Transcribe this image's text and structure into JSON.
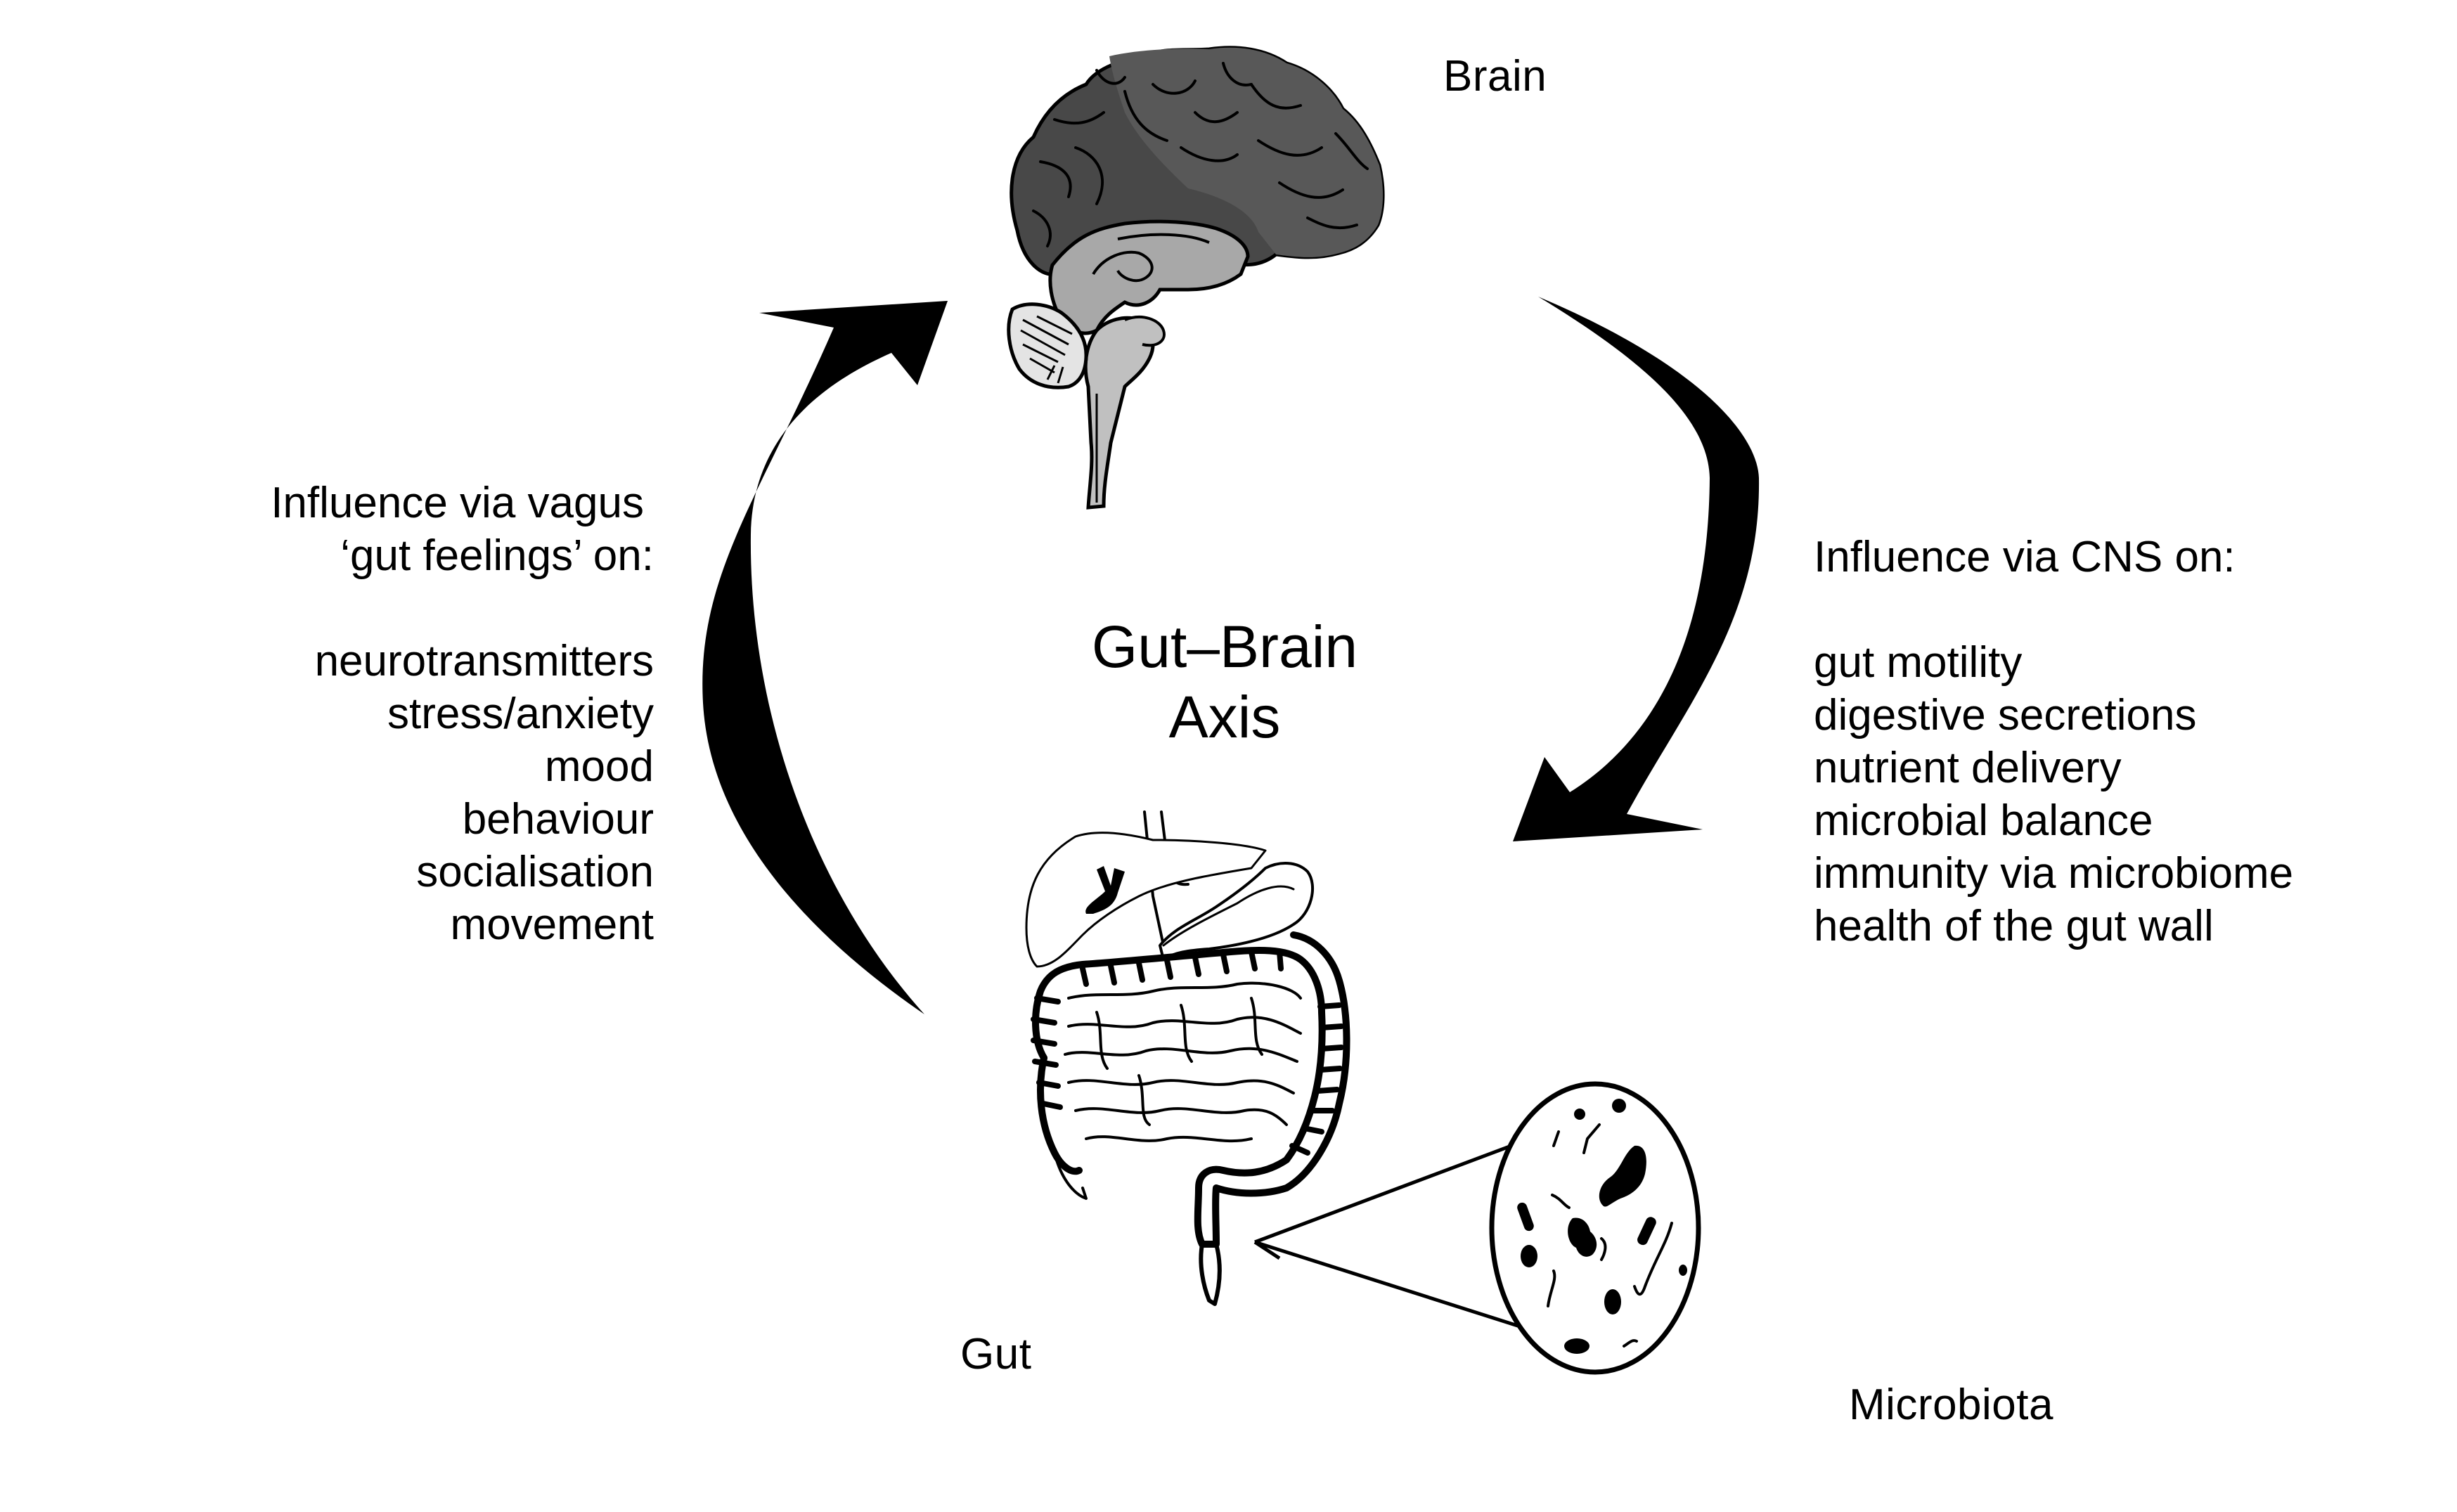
{
  "diagram": {
    "title_line1": "Gut–Brain",
    "title_line2": "Axis",
    "labels": {
      "brain": "Brain",
      "gut": "Gut",
      "microbiota": "Microbiota"
    },
    "left_panel": {
      "heading_line1": "Influence via vagus",
      "heading_line2": "‘gut feelings’ on:",
      "items": [
        "neurotransmitters",
        "stress/anxiety",
        "mood",
        "behaviour",
        "socialisation",
        "movement"
      ]
    },
    "right_panel": {
      "heading": "Influence via CNS on:",
      "items": [
        "gut motility",
        "digestive secretions",
        "nutrient delivery",
        "microbial balance",
        "immunity via microbiome",
        "health of the gut wall"
      ]
    },
    "arrows": [
      {
        "from": "Gut",
        "to": "Brain",
        "direction": "upward"
      },
      {
        "from": "Brain",
        "to": "Gut",
        "direction": "downward"
      }
    ],
    "colors": {
      "cortex_dark": "#404040",
      "cortex_mid": "#555555",
      "brain_inner": "#a8a8a8",
      "brainstem": "#c0c0c0",
      "cerebellum": "#e4e4e4",
      "ink": "#000000",
      "background": "#ffffff"
    }
  }
}
